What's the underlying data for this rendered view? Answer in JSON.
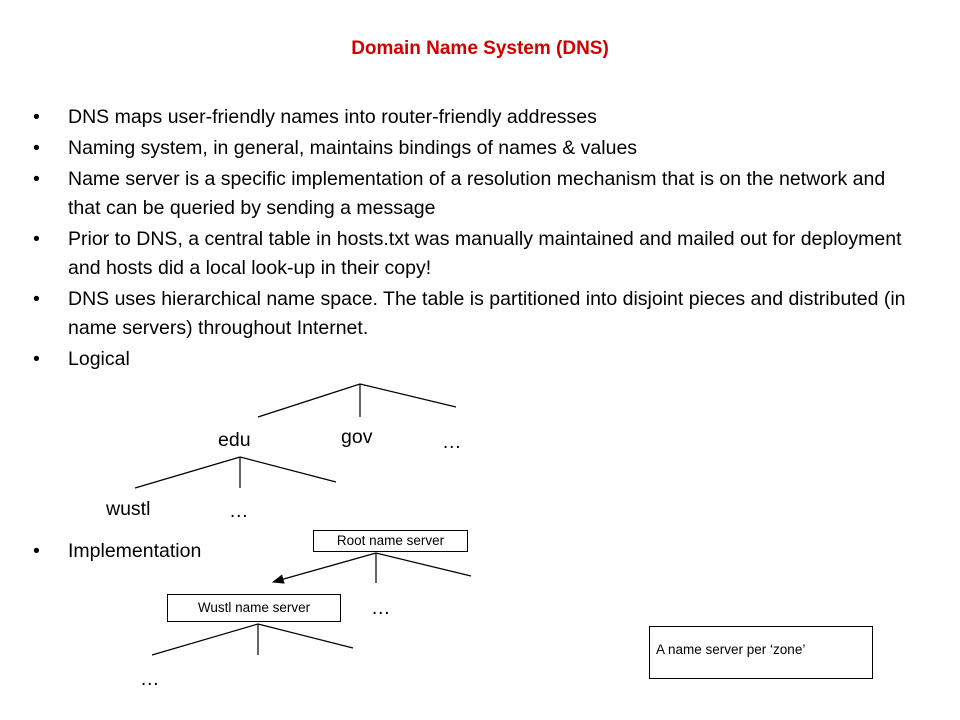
{
  "title": "Domain Name System (DNS)",
  "bullets": [
    "DNS maps user-friendly names into router-friendly addresses",
    "Naming system, in general, maintains bindings of names & values",
    "Name server is a specific implementation of a  resolution mechanism that is on the network and that can be queried by sending a message",
    "Prior to DNS, a central table in hosts.txt was manually maintained and mailed out for deployment and hosts did a local look-up in their copy!",
    "DNS uses hierarchical name space. The table is partitioned into disjoint pieces and distributed (in name servers) throughout Internet.",
    "Logical"
  ],
  "bullet_char": "•",
  "logical_tree": {
    "edu": "edu",
    "gov": "gov",
    "ellipsis_top": "…",
    "wustl": "wustl",
    "ellipsis_mid": "…"
  },
  "implementation": {
    "label": "Implementation",
    "root_box": "Root name server",
    "wustl_box": "Wustl name server",
    "ellipsis_right": "…",
    "ellipsis_bottom": "…",
    "zone_note": "A name server per ‘zone’"
  }
}
